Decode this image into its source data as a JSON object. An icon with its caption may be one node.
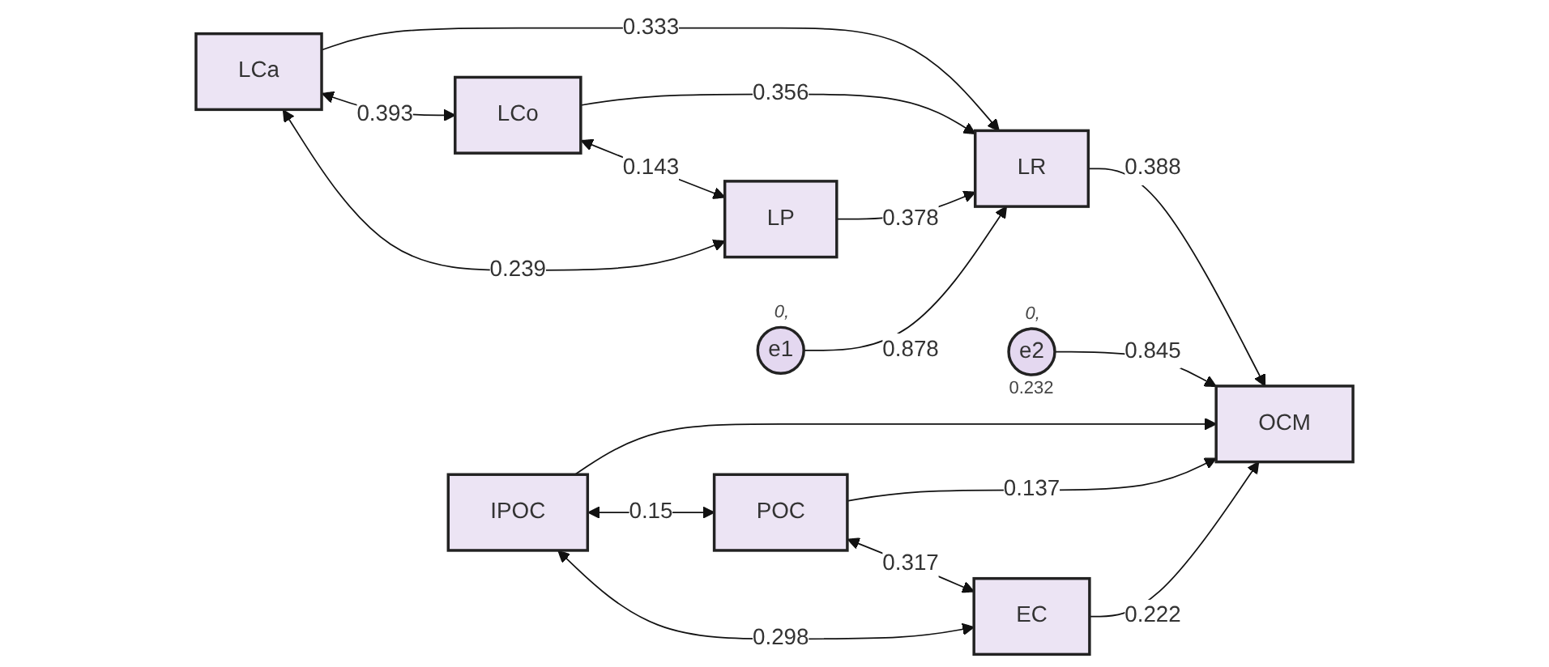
{
  "diagram": {
    "nodes": [
      {
        "text": [
          "LCa"
        ]
      },
      {
        "text": [
          "LCo"
        ]
      },
      {
        "text": [
          "LP"
        ]
      },
      {
        "text": [
          "e1"
        ],
        "beside": [
          "0,"
        ]
      },
      {
        "text": [
          "LR"
        ]
      },
      {
        "text": [
          "e2"
        ],
        "beside": [
          "0,",
          "0.232"
        ]
      },
      {
        "text": [
          "OCM"
        ]
      },
      {
        "text": [
          "IPOC"
        ]
      },
      {
        "text": [
          "POC"
        ]
      },
      {
        "text": [
          "EC"
        ]
      }
    ],
    "edges": [
      {
        "from": 0,
        "to": 4,
        "arrow": "to",
        "label": "0.333"
      },
      {
        "from": 1,
        "to": 4,
        "arrow": "to",
        "label": "0.356"
      },
      {
        "from": 2,
        "to": 4,
        "arrow": "to",
        "label": "0.378"
      },
      {
        "from": 3,
        "to": 4,
        "arrow": "to",
        "label": "0.878"
      },
      {
        "from": 4,
        "to": 6,
        "arrow": "to",
        "label": "0.388"
      },
      {
        "from": 5,
        "to": 6,
        "arrow": "to",
        "label": "0.845"
      },
      {
        "from": 7,
        "to": 6,
        "arrow": "to"
      },
      {
        "from": 8,
        "to": 6,
        "arrow": "to",
        "label": "0.137"
      },
      {
        "from": 9,
        "to": 6,
        "arrow": "to",
        "label": "0.222"
      },
      {
        "from": 0,
        "to": 1,
        "arrow": "both",
        "label": "0.393"
      },
      {
        "from": 1,
        "to": 2,
        "arrow": "both",
        "label": "0.143"
      },
      {
        "from": 0,
        "to": 2,
        "arrow": "both",
        "label": "0.239"
      },
      {
        "from": 7,
        "to": 8,
        "arrow": "both",
        "label": "0.15"
      },
      {
        "from": 8,
        "to": 9,
        "arrow": "both",
        "label": "0.317"
      },
      {
        "from": 7,
        "to": 9,
        "arrow": "both",
        "label": "0.298"
      }
    ]
  }
}
